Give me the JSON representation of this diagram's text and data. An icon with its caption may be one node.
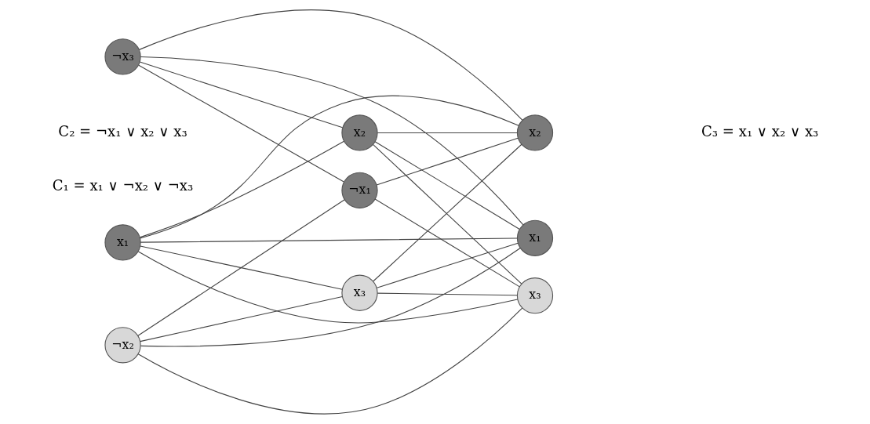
{
  "diagram": {
    "nodes": [
      {
        "text": [
          "x₁"
        ]
      },
      {
        "text": [
          "¬x₂"
        ]
      },
      {
        "text": [
          "¬x₃"
        ]
      },
      {
        "text": [
          "¬x₁"
        ]
      },
      {
        "text": [
          "x₂"
        ]
      },
      {
        "text": [
          "x₃"
        ]
      },
      {
        "text": [
          "x₁"
        ]
      },
      {
        "text": [
          "x₂"
        ]
      },
      {
        "text": [
          "x₃"
        ]
      }
    ],
    "edges": [
      {
        "from": 0,
        "to": 4,
        "arrow": "none"
      },
      {
        "from": 0,
        "to": 5,
        "arrow": "none"
      },
      {
        "from": 1,
        "to": 3,
        "arrow": "none"
      },
      {
        "from": 1,
        "to": 5,
        "arrow": "none"
      },
      {
        "from": 2,
        "to": 3,
        "arrow": "none"
      },
      {
        "from": 2,
        "to": 4,
        "arrow": "none"
      },
      {
        "from": 0,
        "to": 6,
        "arrow": "none"
      },
      {
        "from": 0,
        "to": 7,
        "arrow": "none"
      },
      {
        "from": 0,
        "to": 8,
        "arrow": "none"
      },
      {
        "from": 1,
        "to": 6,
        "arrow": "none"
      },
      {
        "from": 1,
        "to": 8,
        "arrow": "none"
      },
      {
        "from": 2,
        "to": 6,
        "arrow": "none"
      },
      {
        "from": 2,
        "to": 7,
        "arrow": "none"
      },
      {
        "from": 3,
        "to": 7,
        "arrow": "none"
      },
      {
        "from": 3,
        "to": 8,
        "arrow": "none"
      },
      {
        "from": 4,
        "to": 6,
        "arrow": "none"
      },
      {
        "from": 4,
        "to": 7,
        "arrow": "none"
      },
      {
        "from": 4,
        "to": 8,
        "arrow": "none"
      },
      {
        "from": 5,
        "to": 6,
        "arrow": "none"
      },
      {
        "from": 5,
        "to": 7,
        "arrow": "none"
      },
      {
        "from": 5,
        "to": 8,
        "arrow": "none"
      }
    ],
    "labels": [
      "C₁ = x₁ ∨ ¬x₂ ∨ ¬x₃",
      "C₂ = ¬x₁ ∨ x₂ ∨ x₃",
      "C₃ = x₁ ∨ x₂ ∨ x₃"
    ]
  }
}
